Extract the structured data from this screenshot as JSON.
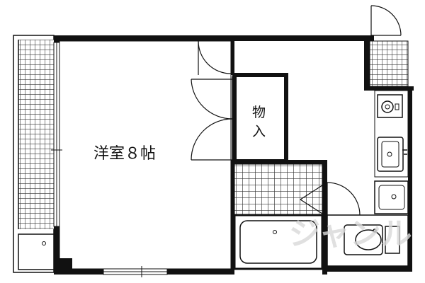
{
  "floorplan": {
    "room_label": "洋室８帖",
    "storage_label_top": "物",
    "storage_label_bottom": "入",
    "watermark": "ジャンル"
  },
  "colors": {
    "wall": "#111111",
    "tile": "#222222",
    "background": "#ffffff",
    "watermark": "#d9d9d9"
  },
  "icons": {
    "stove": "stove-icon",
    "kitchen_sink": "sink-icon",
    "washbasin": "washbasin-icon",
    "toilet": "toilet-icon",
    "bathtub": "bathtub-icon",
    "washing_machine": "washing-machine-icon"
  }
}
